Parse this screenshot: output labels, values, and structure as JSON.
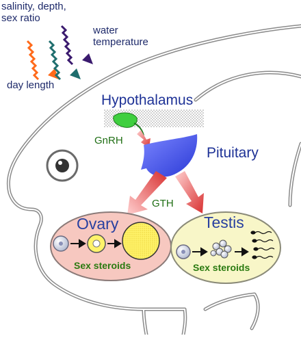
{
  "environment": {
    "factors_top_left": "salinity, depth,\nsex ratio",
    "water_temperature": "water\ntemperature",
    "day_length": "day length"
  },
  "hypothalamus": "Hypothalamus",
  "gnrh": "GnRH",
  "pituitary": "Pituitary",
  "gth": "GTH",
  "ovary": {
    "label": "Ovary",
    "steroids": "Sex steroids"
  },
  "testis": {
    "label": "Testis",
    "steroids": "Sex steroids"
  },
  "colors": {
    "fish_outline": "#8a8a8a",
    "arrow_orange": "#ff6a1a",
    "arrow_teal": "#1f6e6e",
    "arrow_purple": "#3a1a6e",
    "ovary_fill": "#f7c8c0",
    "testis_fill": "#f8f6c8",
    "pituitary": "#4f5cf0",
    "gnrh_neuron": "#3fcf3f",
    "gth_arrow": "#e04848"
  }
}
